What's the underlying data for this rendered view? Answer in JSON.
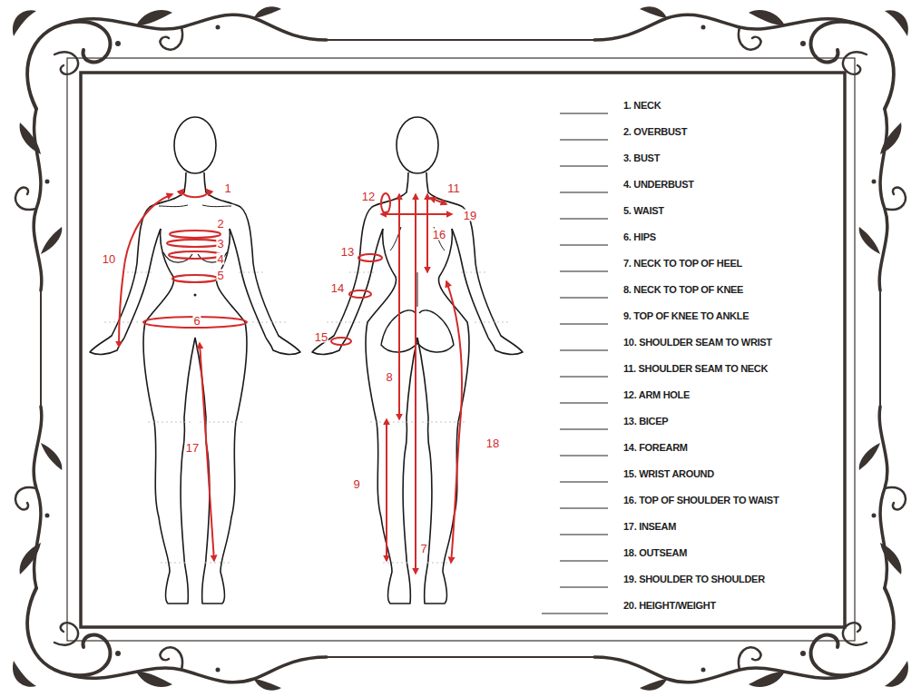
{
  "diagram": {
    "labels": [
      "1",
      "2",
      "3",
      "4",
      "5",
      "10",
      "6",
      "17",
      "12",
      "11",
      "19",
      "16",
      "13",
      "14",
      "8",
      "15",
      "9",
      "18",
      "7",
      "1. NECK",
      "2. OVERBUST",
      "3. BUST",
      "4. UNDERBUST",
      "5. WAIST",
      "6. HIPS",
      "7. NECK TO TOP OF HEEL",
      "8. NECK TO TOP OF KNEE",
      "9. TOP OF KNEE TO ANKLE",
      "10. SHOULDER SEAM TO WRIST",
      "11. SHOULDER SEAM TO NECK",
      "12. ARM HOLE",
      "13. BICEP",
      "14. FOREARM",
      "15. WRIST AROUND",
      "16. TOP OF SHOULDER TO WAIST",
      "17. INSEAM",
      "18. OUTSEAM",
      "19. SHOULDER TO SHOULDER",
      "20. HEIGHT/WEIGHT"
    ]
  }
}
